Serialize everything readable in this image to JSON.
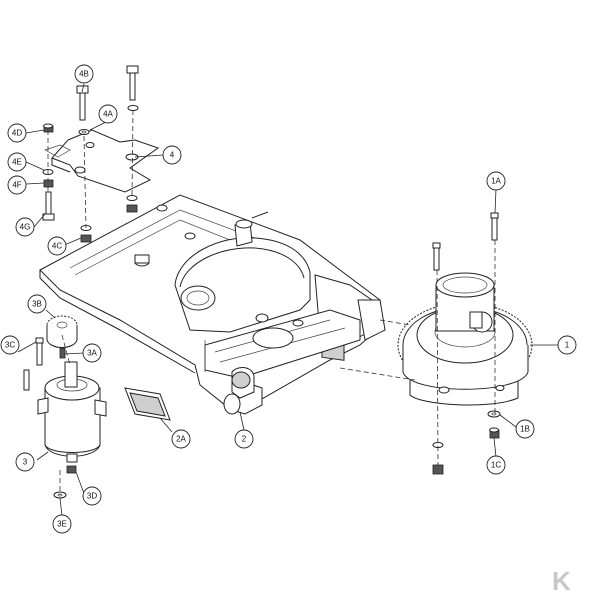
{
  "parts": [
    {
      "id": "p1",
      "label": "1"
    },
    {
      "id": "p1A",
      "label": "1A"
    },
    {
      "id": "p1B",
      "label": "1B"
    },
    {
      "id": "p1C",
      "label": "1C"
    },
    {
      "id": "p2",
      "label": "2"
    },
    {
      "id": "p2A",
      "label": "2A"
    },
    {
      "id": "p3",
      "label": "3"
    },
    {
      "id": "p3A",
      "label": "3A"
    },
    {
      "id": "p3B",
      "label": "3B"
    },
    {
      "id": "p3C",
      "label": "3C"
    },
    {
      "id": "p3D",
      "label": "3D"
    },
    {
      "id": "p3E",
      "label": "3E"
    },
    {
      "id": "p4",
      "label": "4"
    },
    {
      "id": "p4A",
      "label": "4A"
    },
    {
      "id": "p4B",
      "label": "4B"
    },
    {
      "id": "p4C",
      "label": "4C"
    },
    {
      "id": "p4D",
      "label": "4D"
    },
    {
      "id": "p4E",
      "label": "4E"
    },
    {
      "id": "p4F",
      "label": "4F"
    },
    {
      "id": "p4G",
      "label": "4G"
    }
  ],
  "brand_mark": "K",
  "colors": {
    "line": "#222222",
    "background": "#ffffff",
    "watermark": "#c8c8c8"
  }
}
